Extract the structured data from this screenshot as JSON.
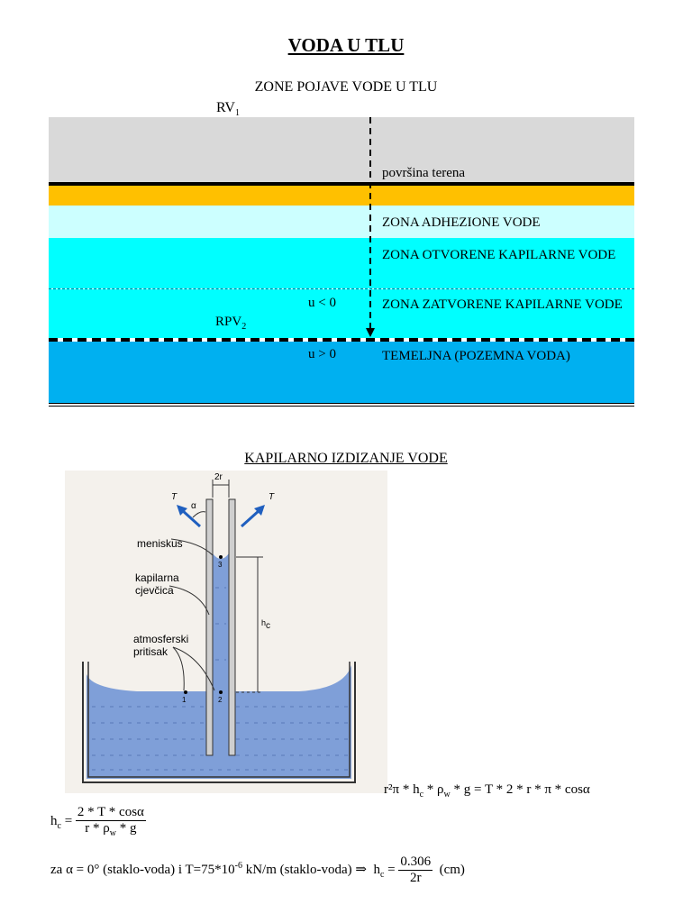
{
  "document": {
    "title": "VODA U TLU",
    "zones_title": "ZONE POJAVE VODE U TLU",
    "rv1_label": "RV",
    "rv1_sub": "1",
    "zones": {
      "surface": "površina terena",
      "adhesion": "ZONA ADHEZIONE VODE",
      "open_capillary": "ZONA OTVORENE KAPILARNE VODE",
      "closed_capillary": "ZONA ZATVORENE KAPILARNE VODE",
      "groundwater": "TEMELJNA (POZEMNA VODA)",
      "u_neg": "u < 0",
      "u_pos": "u > 0",
      "rpv2_label": "RPV",
      "rpv2_sub": "2"
    },
    "capillary_title": "KAPILARNO IZDIZANJE VODE",
    "figure": {
      "width_label": "2r",
      "tension_label": "T",
      "angle_label": "α",
      "meniscus": "meniskus",
      "tube_1": "kapilarna",
      "tube_2": "cjevčica",
      "atm_1": "atmosferski",
      "atm_2": "pritisak",
      "hc_label": "h",
      "point1": "1",
      "point2": "2",
      "point3": "3"
    },
    "equations": {
      "eq1_lhs": "r²π * h",
      "eq1_mid": " * ρ",
      "eq1_rhs": " * g = T * 2 * r * π * cosα",
      "hc": "h",
      "hc_num": "2 * T * cosα",
      "hc_den": "r * ρ",
      "hc_den_tail": " * g",
      "sub_c": "c",
      "sub_w": "w",
      "line3_text": "za α = 0° (staklo-voda) i T=75*10",
      "line3_exp": "-6",
      "line3_tail": " kN/m (staklo-voda) ⇒",
      "hc_final_num": "0.306",
      "hc_final_den": "2r",
      "unit": "(cm)"
    }
  },
  "colors": {
    "surface_gray": "#d9d9d9",
    "topsoil_orange": "#ffc000",
    "adhesion_light": "#ccffff",
    "capillary_cyan": "#00ffff",
    "groundwater_blue": "#00b0f0",
    "water_fig": "#7f9fd8"
  }
}
